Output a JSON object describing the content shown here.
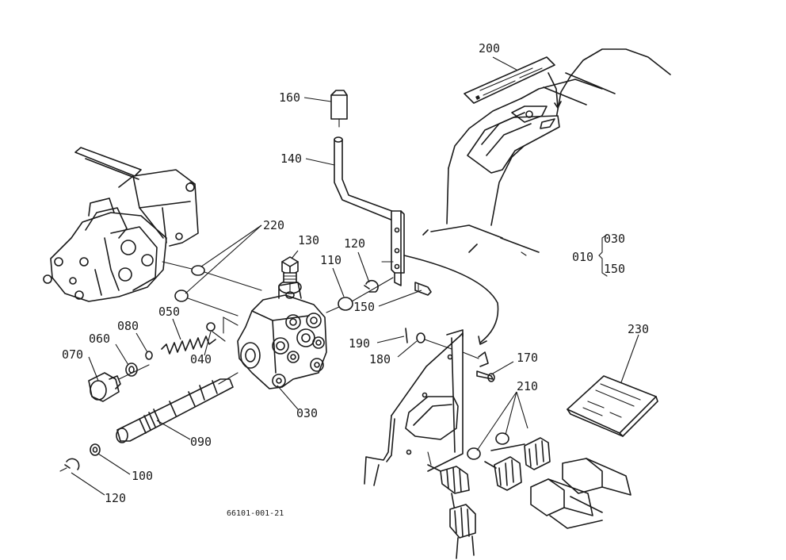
{
  "diagram_code": "66101-001-21",
  "callouts": {
    "p010": "010",
    "p030a": "030",
    "p030b": "030",
    "p040": "040",
    "p050": "050",
    "p060": "060",
    "p070": "070",
    "p080": "080",
    "p090": "090",
    "p100": "100",
    "p110": "110",
    "p120a": "120",
    "p120b": "120",
    "p130": "130",
    "p140": "140",
    "p150a": "150",
    "p150b": "150",
    "p160": "160",
    "p170": "170",
    "p180": "180",
    "p190": "190",
    "p200": "200",
    "p210": "210",
    "p220": "220",
    "p230": "230"
  }
}
